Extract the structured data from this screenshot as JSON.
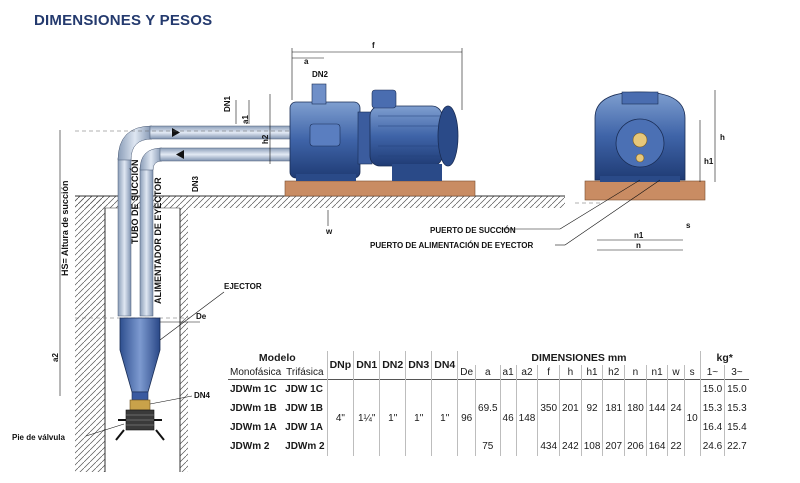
{
  "title": "DIMENSIONES Y PESOS",
  "diagram": {
    "dim_labels": {
      "a": "a",
      "f": "f",
      "dn2": "DN2",
      "dn1": "DN1",
      "a1": "a1",
      "h2": "h2",
      "dn3": "DN3",
      "w": "w",
      "h": "h",
      "h1": "h1",
      "s": "s",
      "n1": "n1",
      "n": "n",
      "a2": "a2",
      "de": "De",
      "dn4": "DN4"
    },
    "callouts": {
      "puerto_succion": "PUERTO DE SUCCIÓN",
      "puerto_alimentacion": "PUERTO DE ALIMENTACIÓN DE EYECTOR",
      "ejector": "EJECTOR",
      "pie_valvula": "Pie de válvula"
    },
    "vertical_labels": {
      "hs": "HS= Altura de succión",
      "tubo_succion": "TUBO DE SUCCIÓN",
      "alimentador": "ALIMENTADOR DE EYECTOR"
    }
  },
  "table": {
    "modelo": "Modelo",
    "monofasica": "Monofásica",
    "trifasica": "Trifásica",
    "dn_headers": [
      "DNp",
      "DN1",
      "DN2",
      "DN3",
      "DN4"
    ],
    "dimensiones": "DIMENSIONES mm",
    "dim_headers": [
      "De",
      "a",
      "a1",
      "a2",
      "f",
      "h",
      "h1",
      "h2",
      "n",
      "n1",
      "w",
      "s"
    ],
    "kg": "kg*",
    "kg_headers": [
      "1~",
      "3~"
    ],
    "rows": [
      {
        "mono": "JDWm 1C",
        "tri": "JDW 1C",
        "kg1": "15.0",
        "kg3": "15.0"
      },
      {
        "mono": "JDWm 1B",
        "tri": "JDW 1B",
        "kg1": "15.3",
        "kg3": "15.3"
      },
      {
        "mono": "JDWm 1A",
        "tri": "JDW 1A",
        "kg1": "16.4",
        "kg3": "15.4"
      },
      {
        "mono": "JDWm 2",
        "tri": "JDWm 2",
        "kg1": "24.6",
        "kg3": "22.7"
      }
    ],
    "shared": {
      "dnp": "4\"",
      "dn1": "1¼\"",
      "dn2": "1\"",
      "dn3": "1\"",
      "dn4": "1\"",
      "de": "96",
      "a1": "46",
      "a2": "148",
      "s": "10"
    },
    "group_123": {
      "a": "69.5",
      "f": "350",
      "h": "201",
      "h1": "92",
      "h2": "181",
      "n": "180",
      "n1": "144",
      "w": "24"
    },
    "group_4": {
      "a": "75",
      "f": "434",
      "h": "242",
      "h1": "108",
      "h2": "207",
      "n": "206",
      "n1": "164",
      "w": "22"
    }
  }
}
